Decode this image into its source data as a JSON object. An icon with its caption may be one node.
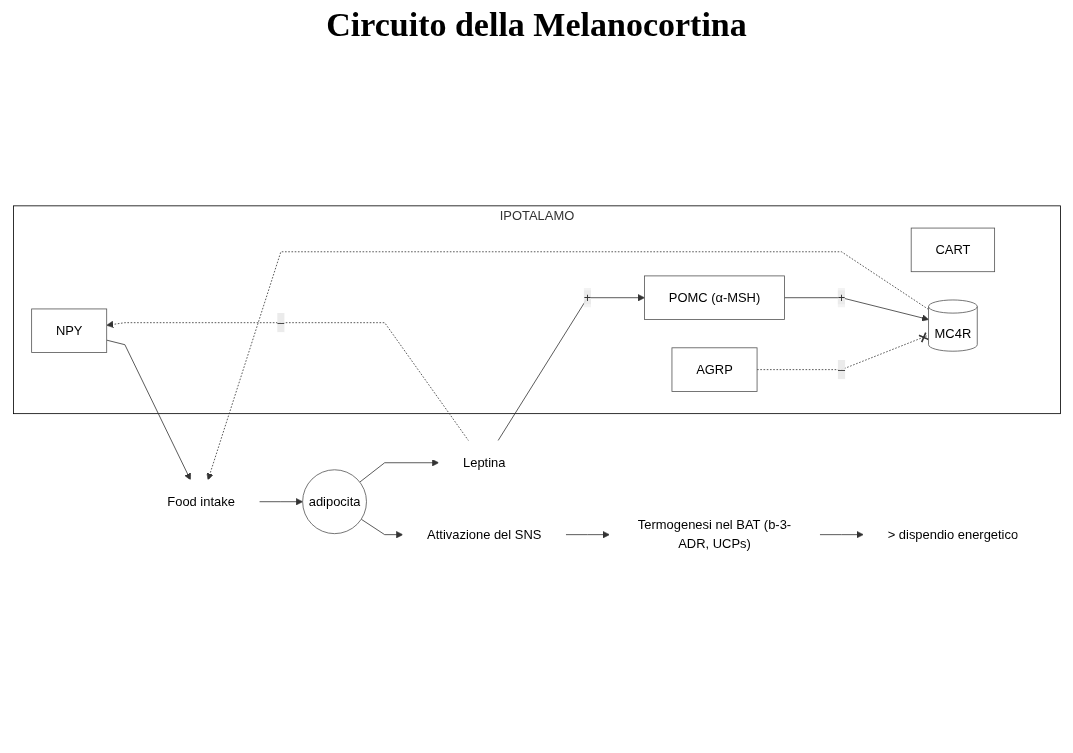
{
  "diagram": {
    "title": "Circuito della Melanocortina",
    "nodes": [
      {
        "text": [
          "IPOTALAMO"
        ]
      },
      {
        "text": [
          "NPY"
        ],
        "in": 0
      },
      {
        "text": [
          "AGRP"
        ],
        "in": 0
      },
      {
        "text": [
          "POMC (α-MSH)"
        ],
        "in": 0
      },
      {
        "text": [
          "CART"
        ],
        "in": 0
      },
      {
        "text": [
          "MC4R"
        ],
        "in": 0
      },
      {
        "text": [
          "Leptina"
        ]
      },
      {
        "text": [
          "adipocita"
        ]
      },
      {
        "text": [
          "Food intake"
        ]
      },
      {
        "text": [
          "Attivazione del SNS"
        ]
      },
      {
        "text": [
          "Termogenesi nel BAT (b-3-ADR, UCPs)"
        ]
      },
      {
        "text": [
          "> dispendio energetico"
        ]
      }
    ],
    "edges": [
      {
        "from": 7,
        "to": 6,
        "arrow": "to"
      },
      {
        "from": 6,
        "to": 1,
        "arrow": "to",
        "style": "dashed",
        "label": "–"
      },
      {
        "from": 6,
        "to": 3,
        "arrow": "to",
        "label": "+"
      },
      {
        "from": 2,
        "to": 5,
        "arrow": "other",
        "style": "dashed",
        "label": "–"
      },
      {
        "from": 3,
        "to": 5,
        "arrow": "to",
        "label": "+"
      },
      {
        "from": 5,
        "to": 8,
        "arrow": "to",
        "style": "dashed"
      },
      {
        "from": 1,
        "to": 8,
        "arrow": "to"
      },
      {
        "from": 8,
        "to": 7,
        "arrow": "to"
      },
      {
        "from": 7,
        "to": 9,
        "arrow": "to"
      },
      {
        "from": 9,
        "to": 10,
        "arrow": "to"
      },
      {
        "from": 10,
        "to": 11,
        "arrow": "to"
      }
    ]
  }
}
